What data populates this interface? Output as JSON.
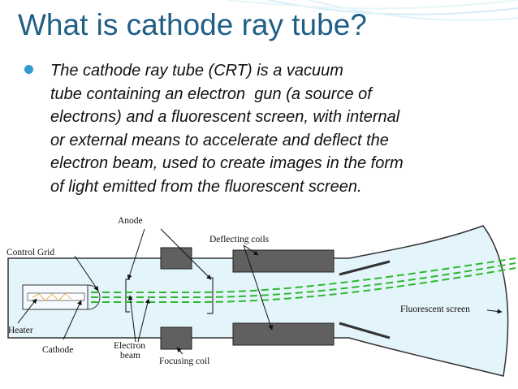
{
  "slide": {
    "title": "What is cathode ray tube?",
    "bullet_lines": [
      "The cathode ray tube (CRT) is a vacuum",
      "tube containing an electron  gun (a source of",
      "electrons) and a fluorescent screen, with internal",
      "or external means to accelerate and deflect the",
      "electron beam, used to create images in the form",
      "of light emitted from the fluorescent screen."
    ]
  },
  "diagram": {
    "labels": {
      "anode": "Anode",
      "deflecting_coils": "Deflecting coils",
      "control_grid": "Control Grid",
      "fluorescent_screen": "Fluorescent screen",
      "heater": "Heater",
      "cathode": "Cathode",
      "electron_beam_line1": "Electron",
      "electron_beam_line2": "beam",
      "focusing_coil": "Focusing coil"
    },
    "colors": {
      "tube_fill": "#E4F4FB",
      "beam": "#2DB82D",
      "coil": "#606060",
      "title": "#1F5F86",
      "bullet": "#2E9BD0"
    }
  }
}
